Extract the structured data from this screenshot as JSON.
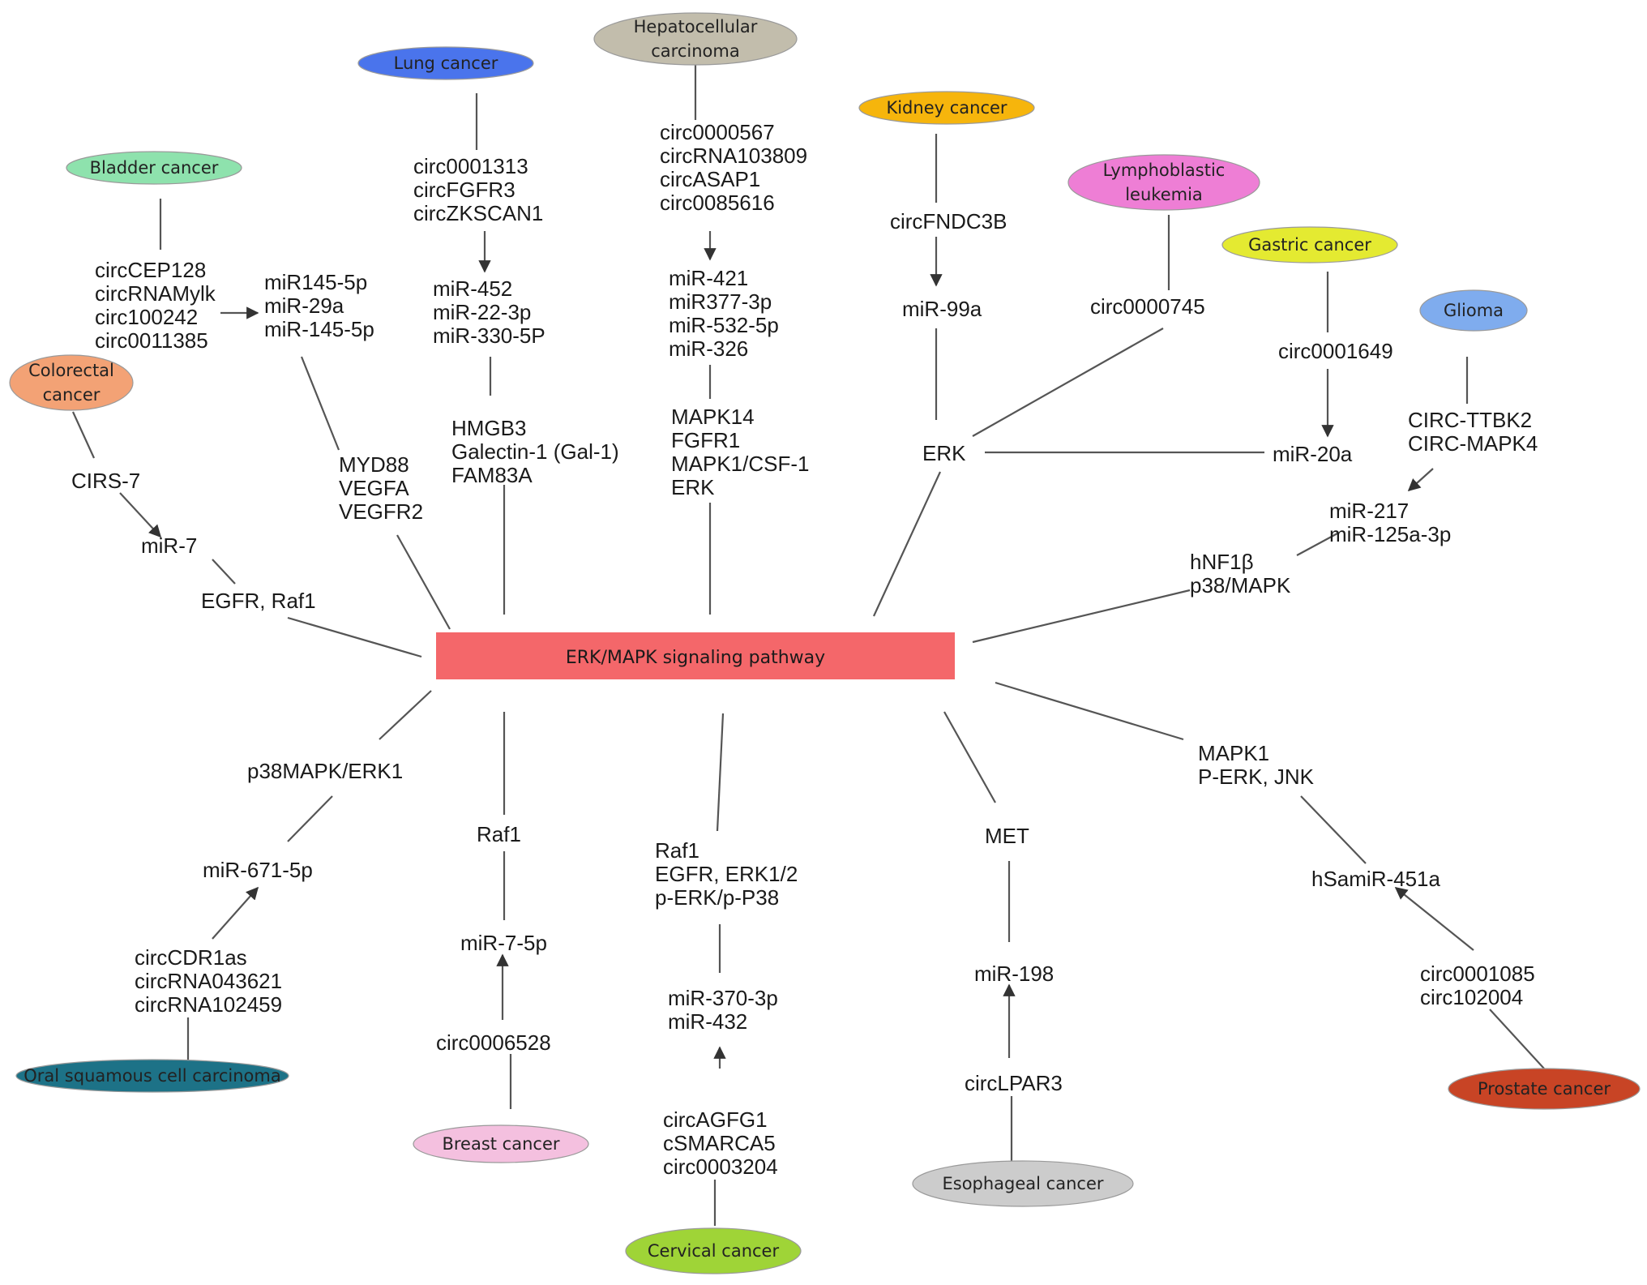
{
  "center": {
    "label": "ERK/MAPK signaling pathway",
    "color": "#f4676a"
  },
  "cancers": {
    "lung": {
      "label": "Lung cancer",
      "color": "#4a74ec"
    },
    "hcc": {
      "lines": [
        "Hepatocellular",
        "carcinoma"
      ],
      "color": "#c2bdac"
    },
    "kidney": {
      "label": "Kidney cancer",
      "color": "#f6b50c"
    },
    "bladder": {
      "label": "Bladder cancer",
      "color": "#8ee2ad"
    },
    "lymph": {
      "lines": [
        "Lymphoblastic",
        "leukemia"
      ],
      "color": "#ee7ed5"
    },
    "gastric": {
      "label": "Gastric cancer",
      "color": "#e4ea31"
    },
    "glioma": {
      "label": "Glioma",
      "color": "#7facee"
    },
    "colorectal": {
      "lines": [
        "Colorectal",
        "cancer"
      ],
      "color": "#f3a275"
    },
    "oral": {
      "label": "Oral squamous cell carcinoma",
      "color": "#1d7287"
    },
    "breast": {
      "label": "Breast cancer",
      "color": "#f4c0df"
    },
    "cervical": {
      "label": "Cervical cancer",
      "color": "#9fd437"
    },
    "esophageal": {
      "label": "Esophageal cancer",
      "color": "#cccccc"
    },
    "prostate": {
      "label": "Prostate cancer",
      "color": "#c84425"
    }
  },
  "groups": {
    "lung_circ": [
      "circ0001313",
      "circFGFR3",
      "circZKSCAN1"
    ],
    "lung_mir": [
      "miR-452",
      "miR-22-3p",
      "miR-330-5P"
    ],
    "lung_target": [
      "HMGB3",
      "Galectin-1 (Gal-1)",
      "FAM83A"
    ],
    "hcc_circ": [
      "circ0000567",
      "circRNA103809",
      "circASAP1",
      "circ0085616"
    ],
    "hcc_mir": [
      "miR-421",
      "miR377-3p",
      "miR-532-5p",
      "miR-326"
    ],
    "hcc_target": [
      "MAPK14",
      "FGFR1",
      "MAPK1/CSF-1",
      "ERK"
    ],
    "kidney_circ": [
      "circFNDC3B"
    ],
    "kidney_mir": [
      "miR-99a"
    ],
    "erk": [
      "ERK"
    ],
    "lymph_circ": [
      "circ0000745"
    ],
    "gastric_circ": [
      "circ0001649"
    ],
    "gastric_mir": [
      "miR-20a"
    ],
    "glioma_circ": [
      "CIRC-TTBK2",
      "CIRC-MAPK4"
    ],
    "glioma_mir": [
      "miR-217",
      "miR-125a-3p"
    ],
    "glioma_target": [
      "hNF1β",
      "p38/MAPK"
    ],
    "bladder_circ": [
      "circCEP128",
      "circRNAMylk",
      "circ100242",
      "circ0011385"
    ],
    "bladder_mir": [
      "miR145-5p",
      "miR-29a",
      "miR-145-5p"
    ],
    "bladder_target": [
      "MYD88",
      "VEGFA",
      "VEGFR2"
    ],
    "colorectal_circ": [
      "CIRS-7"
    ],
    "colorectal_mir": [
      "miR-7"
    ],
    "colorectal_target": [
      "EGFR, Raf1"
    ],
    "oral_target": [
      "p38MAPK/ERK1"
    ],
    "oral_mir": [
      "miR-671-5p"
    ],
    "oral_circ": [
      "circCDR1as",
      "circRNA043621",
      "circRNA102459"
    ],
    "breast_target": [
      "Raf1"
    ],
    "breast_mir": [
      "miR-7-5p"
    ],
    "breast_circ": [
      "circ0006528"
    ],
    "cervical_target": [
      "Raf1",
      "EGFR, ERK1/2",
      "p-ERK/p-P38"
    ],
    "cervical_mir": [
      "miR-370-3p",
      "miR-432"
    ],
    "cervical_circ": [
      "circAGFG1",
      "cSMARCA5",
      "circ0003204"
    ],
    "esophageal_target": [
      "MET"
    ],
    "esophageal_mir": [
      "miR-198"
    ],
    "esophageal_circ": [
      "circLPAR3"
    ],
    "prostate_target": [
      "MAPK1",
      "P-ERK, JNK"
    ],
    "prostate_mir": [
      "hSamiR-451a"
    ],
    "prostate_circ": [
      "circ0001085",
      "circ102004"
    ]
  }
}
